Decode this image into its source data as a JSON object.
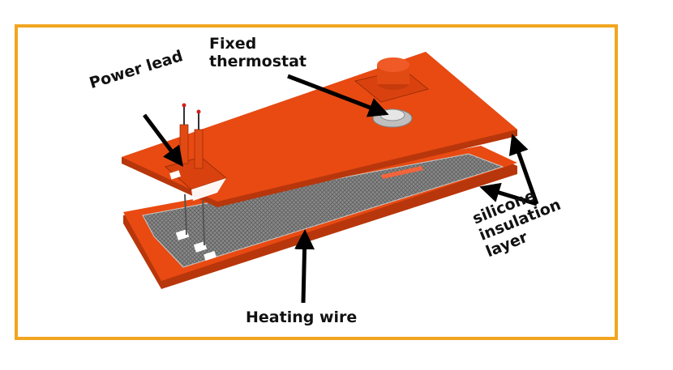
{
  "labels": {
    "fixed_thermostat": [
      "Fixed",
      "thermostat"
    ],
    "power_lead": "Power lead",
    "heating_wire": "Heating wire",
    "silicone_insulation_layer": [
      "silicone",
      "insulation",
      "layer"
    ]
  },
  "colors": {
    "frame": "#f2a51e",
    "silicone": "#e84a12",
    "silicone_dark": "#b8360b",
    "heating_grid": "#7b7b7b",
    "arrow": "#000000"
  }
}
